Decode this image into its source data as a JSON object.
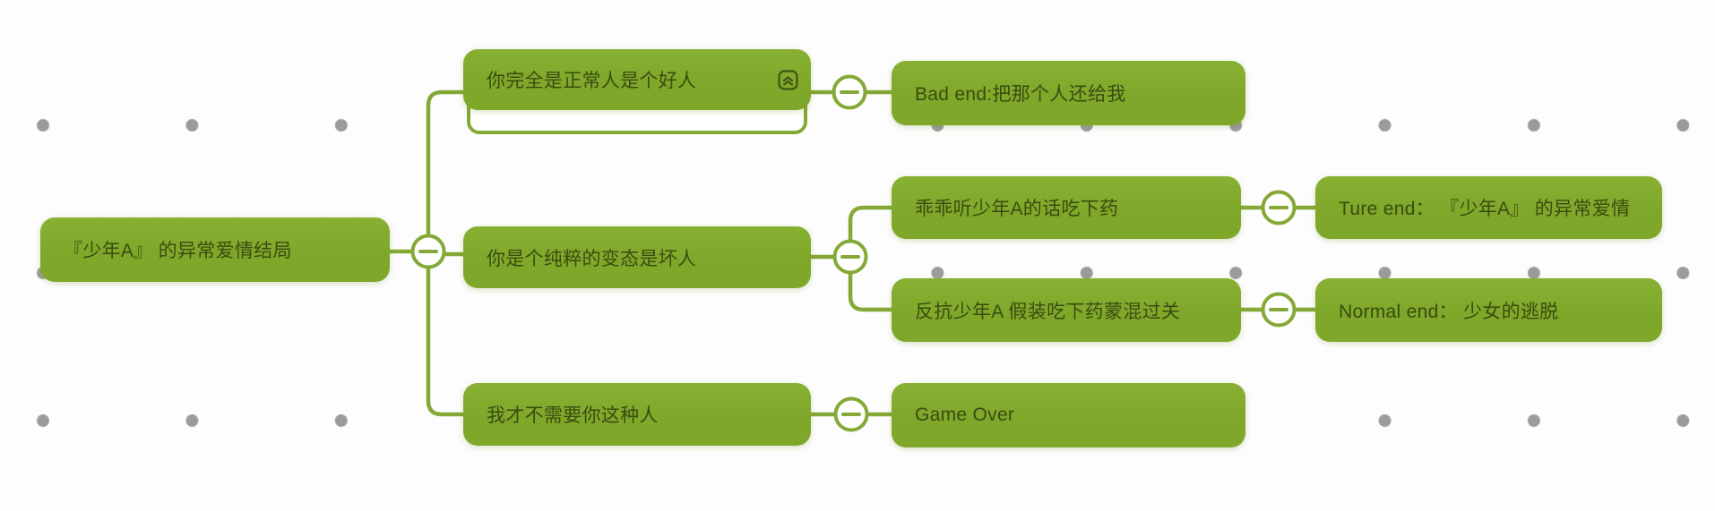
{
  "colors": {
    "bg": "#fdfdfd",
    "node_fill": "#7fa82a",
    "node_fill_light": "#88b133",
    "line": "#84a936",
    "text": "#3a4c10",
    "icon": "#3f5413",
    "dot": "#9b9b9b",
    "circle_fill": "#ffffff"
  },
  "mindmap": {
    "root": {
      "label": "『少年A』 的异常爱情结局"
    },
    "branches": [
      {
        "label": "你完全是正常人是个好人",
        "collapse_icon": "double-chevron-up-icon",
        "children": [
          {
            "label": "Bad end:把那个人还给我"
          }
        ]
      },
      {
        "label": "你是个纯粹的变态是坏人",
        "children": [
          {
            "label": "乖乖听少年A的话吃下药",
            "children": [
              {
                "label": "Ture end： 『少年A』 的异常爱情"
              }
            ]
          },
          {
            "label": "反抗少年A 假装吃下药蒙混过关",
            "children": [
              {
                "label": "Normal end： 少女的逃脱"
              }
            ]
          }
        ]
      },
      {
        "label": "我才不需要你这种人",
        "children": [
          {
            "label": "Game Over"
          }
        ]
      }
    ]
  }
}
